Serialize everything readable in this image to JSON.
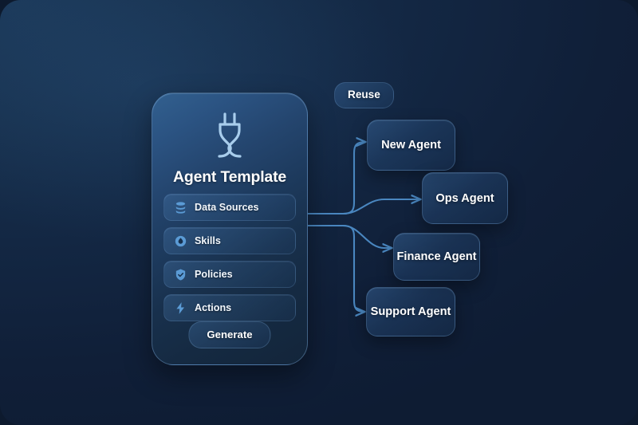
{
  "canvas": {
    "background_top_left": "#1b3858",
    "background_bottom_right": "#0e1c33",
    "accent": "#6fa8dc",
    "connector_color": "#4a87c0"
  },
  "card": {
    "title": "Agent Template",
    "icon": "plug-icon",
    "features": [
      {
        "label": "Data Sources",
        "icon": "database-icon"
      },
      {
        "label": "Skills",
        "icon": "droplet-circle-icon"
      },
      {
        "label": "Policies",
        "icon": "shield-check-icon"
      },
      {
        "label": "Actions",
        "icon": "lightning-bolt-icon"
      }
    ],
    "generate_label": "Generate"
  },
  "flow": {
    "reuse_label": "Reuse",
    "nodes": [
      {
        "label": "New Agent"
      },
      {
        "label": "Ops Agent"
      },
      {
        "label": "Finance Agent"
      },
      {
        "label": "Support Agent"
      }
    ]
  }
}
